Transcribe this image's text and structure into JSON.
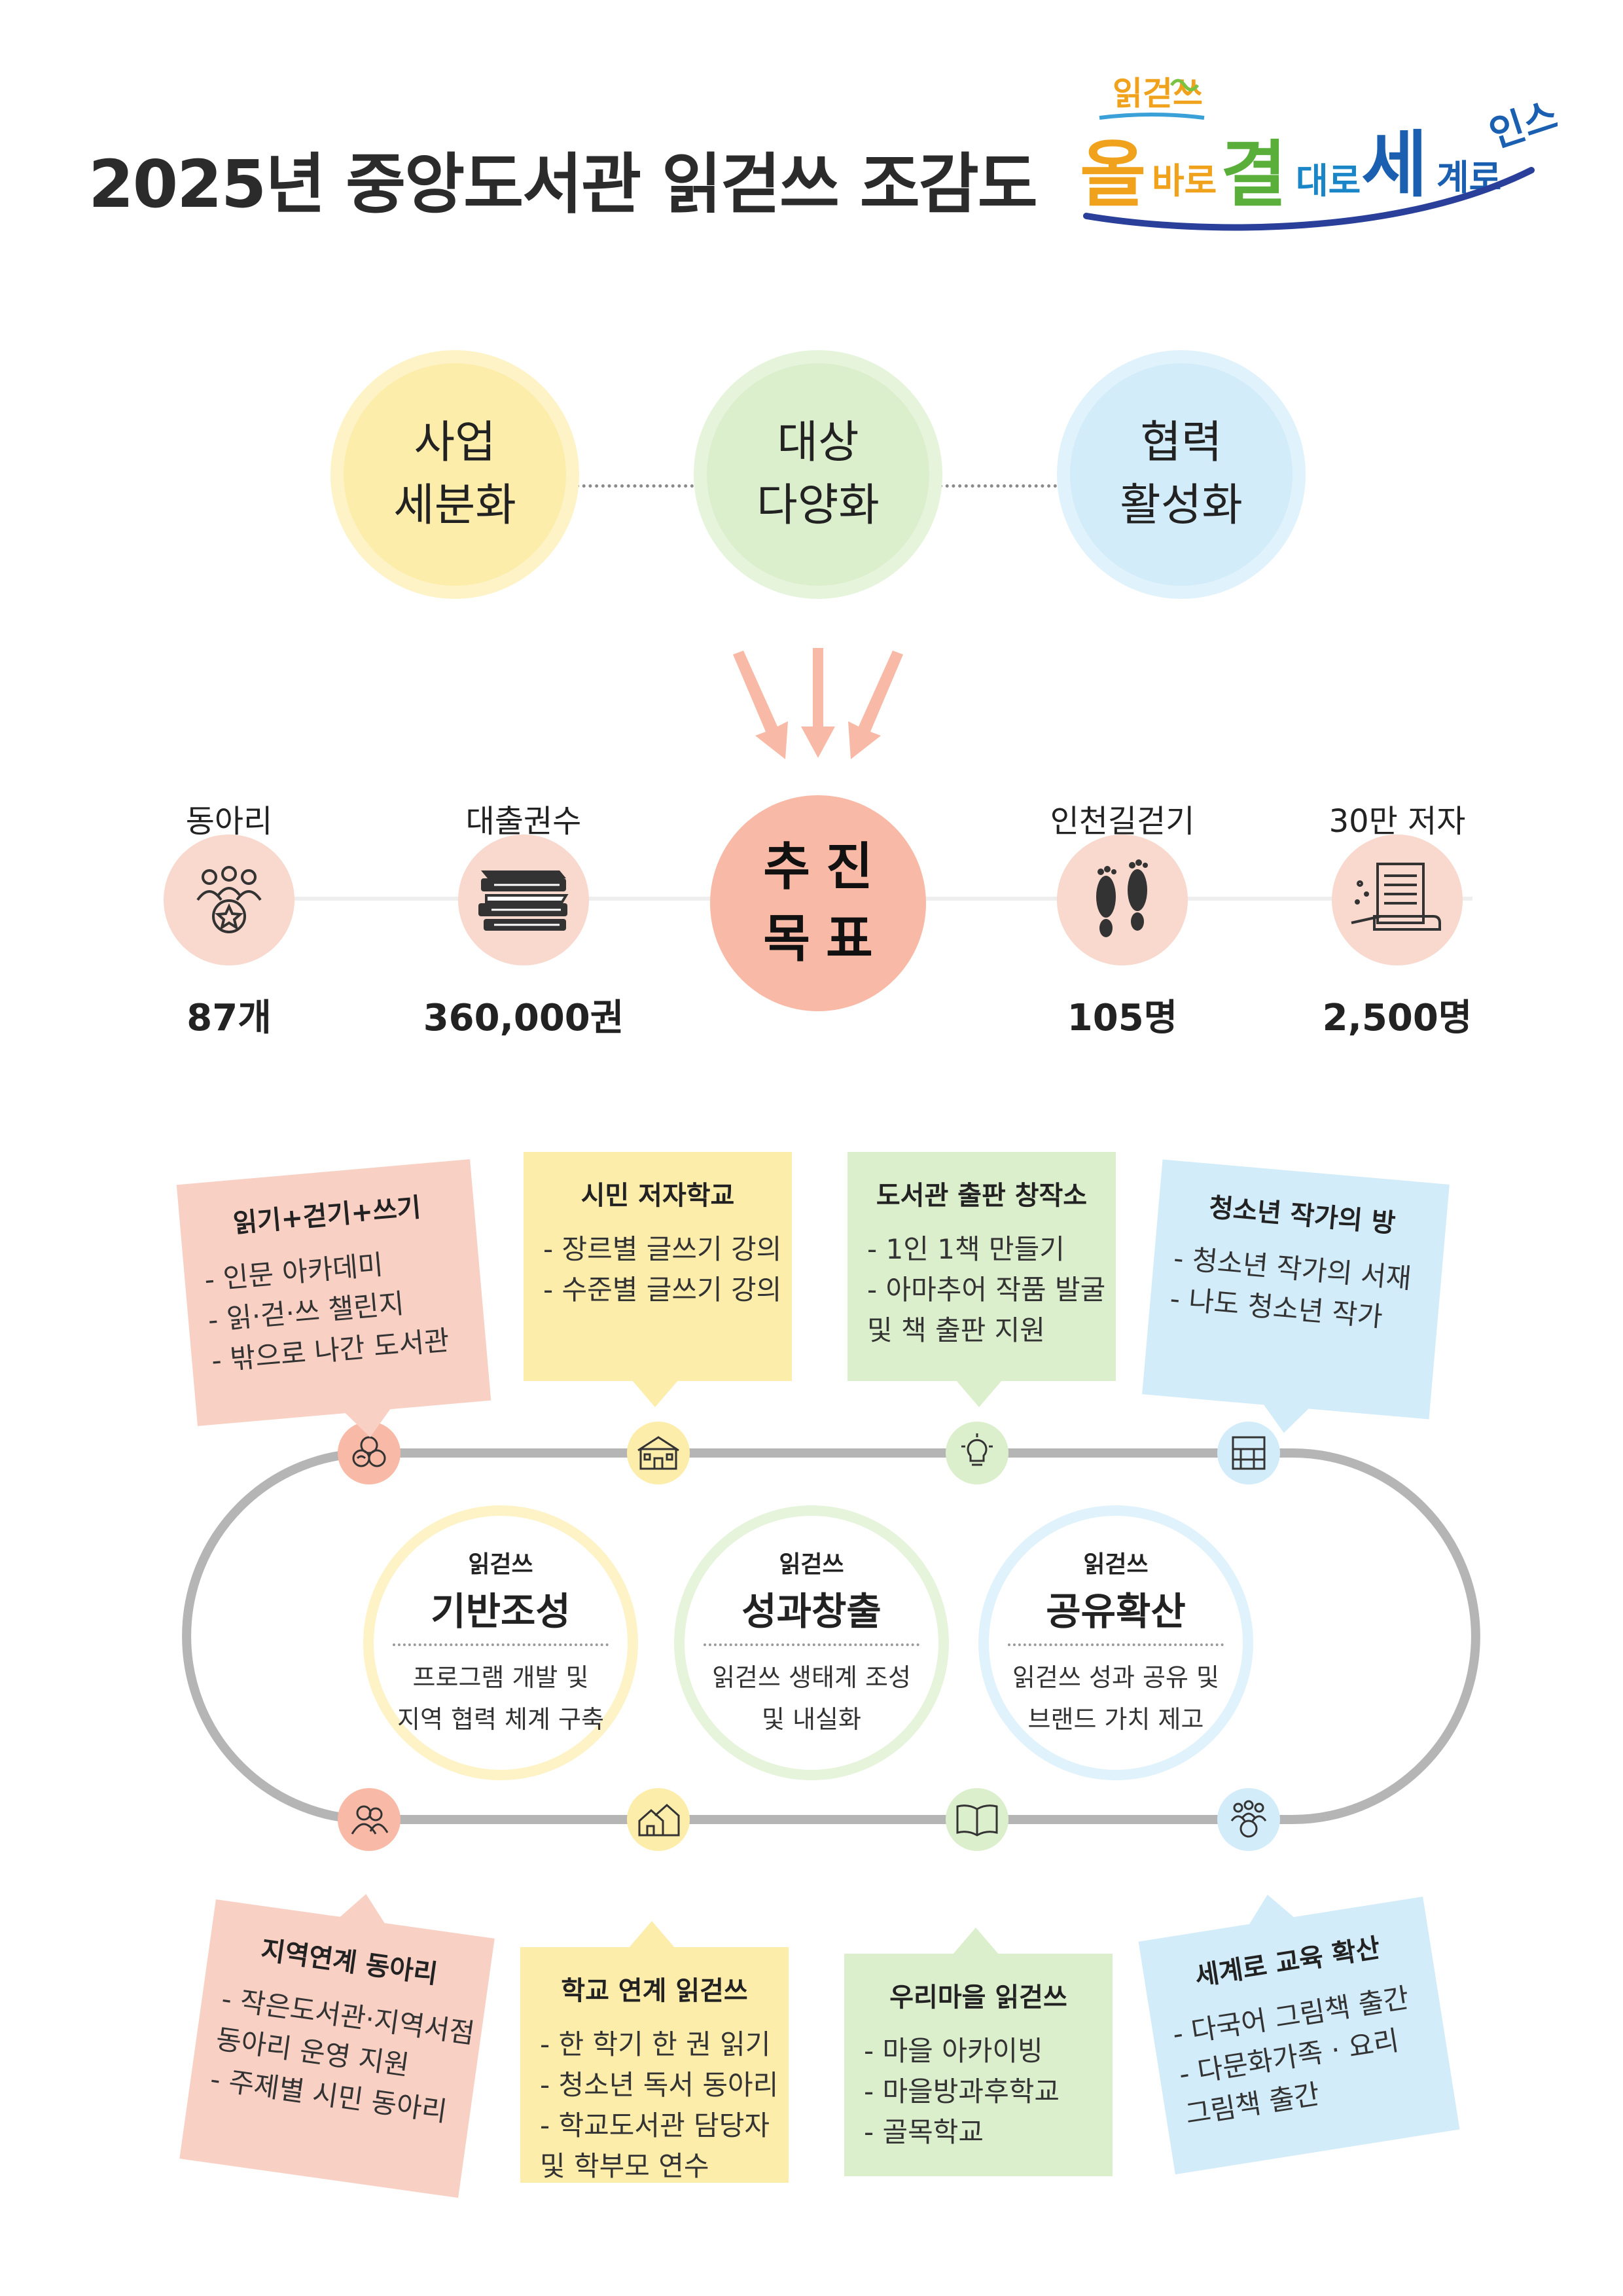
{
  "header": {
    "title": "2025년 중앙도서관 읽걷쓰 조감도",
    "logo": {
      "top": "읽걷쓰",
      "part1_big": "올",
      "part1_small": "바로",
      "part2_big": "결",
      "part2_small": "대로",
      "part3_big": "세",
      "part3_small": "계로",
      "badge": "인스"
    }
  },
  "strategies": [
    {
      "line1": "사업",
      "line2": "세분화"
    },
    {
      "line1": "대상",
      "line2": "다양화"
    },
    {
      "line1": "협력",
      "line2": "활성화"
    }
  ],
  "center_goal": {
    "line1": "추진",
    "line2": "목표"
  },
  "goals": [
    {
      "label": "동아리",
      "value": "87개",
      "icon": "club-people-icon"
    },
    {
      "label": "대출권수",
      "value": "360,000권",
      "icon": "books-icon"
    },
    {
      "label": "인천길걷기",
      "value": "105명",
      "icon": "footprints-icon"
    },
    {
      "label": "30만 저자",
      "value": "2,500명",
      "icon": "writing-icon"
    }
  ],
  "stages": [
    {
      "sub": "읽걷쓰",
      "name": "기반조성",
      "desc1": "프로그램 개발 및",
      "desc2": "지역 협력 체계 구축"
    },
    {
      "sub": "읽걷쓰",
      "name": "성과창출",
      "desc1": "읽걷쓰 생태계 조성",
      "desc2": "및  내실화"
    },
    {
      "sub": "읽걷쓰",
      "name": "공유확산",
      "desc1": "읽걷쓰 성과 공유 및",
      "desc2": "브랜드 가치 제고"
    }
  ],
  "top_cards": [
    {
      "title": "읽기+걷기+쓰기",
      "items": [
        "- 인문 아카데미",
        "- 읽·걷·쓰 챌린지",
        "- 밖으로 나간 도서관"
      ]
    },
    {
      "title": "시민 저자학교",
      "items": [
        "- 장르별 글쓰기 강의",
        "- 수준별 글쓰기 강의"
      ]
    },
    {
      "title": "도서관 출판 창작소",
      "items": [
        "- 1인 1책 만들기",
        "- 아마추어 작품 발굴",
        "  및 책 출판 지원"
      ]
    },
    {
      "title": "청소년 작가의 방",
      "items": [
        "- 청소년 작가의 서재",
        "- 나도 청소년 작가"
      ]
    }
  ],
  "bottom_cards": [
    {
      "title": "지역연계 동아리",
      "items": [
        "- 작은도서관·지역서점",
        "동아리 운영 지원",
        "- 주제별 시민 동아리"
      ]
    },
    {
      "title": "학교 연계 읽걷쓰",
      "items": [
        "- 한 학기 한 권 읽기",
        "- 청소년 독서 동아리",
        "- 학교도서관 담당자",
        "  및 학부모 연수"
      ]
    },
    {
      "title": "우리마을 읽걷쓰",
      "items": [
        "- 마을 아카이빙",
        "- 마을방과후학교",
        "- 골목학교"
      ]
    },
    {
      "title": "세계로 교육 확산",
      "items": [
        "- 다국어 그림책 출간",
        "- 다문화가족  · 요리",
        "  그림책 출간"
      ]
    }
  ],
  "colors": {
    "yellow": "#fdf0b8",
    "green": "#ddf0cf",
    "blue": "#d6eefa",
    "pink": "#f9d8cd",
    "salmon": "#f8b9a6",
    "track": "#b5b5b5"
  }
}
